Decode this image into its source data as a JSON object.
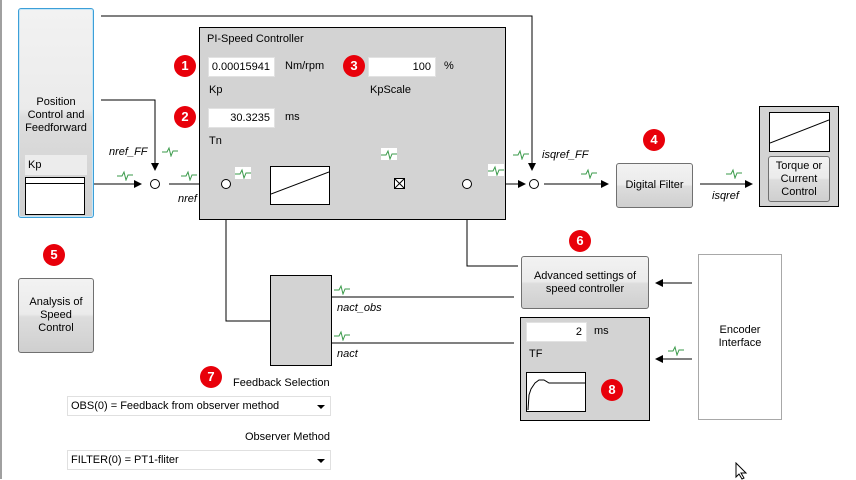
{
  "position_block": {
    "title": "Position Control and Feedforward",
    "kp_label": "Kp"
  },
  "pi_controller": {
    "title": "PI-Speed Controller",
    "kp": {
      "value": "0.00015941",
      "unit": "Nm/rpm",
      "label": "Kp"
    },
    "kpscale": {
      "value": "100",
      "unit": "%",
      "label": "KpScale"
    },
    "tn": {
      "value": "30.3235",
      "unit": "ms",
      "label": "Tn"
    }
  },
  "signals": {
    "nref_ff": "nref_FF",
    "nref": "nref",
    "isqref_ff": "isqref_FF",
    "isqref": "isqref",
    "nact_obs": "nact_obs",
    "nact": "nact"
  },
  "buttons": {
    "digital_filter": "Digital Filter",
    "torque_control": "Torque or Current Control",
    "analysis": "Analysis of Speed Control",
    "advanced_settings": "Advanced settings of speed controller"
  },
  "filter_block": {
    "tf_value": "2",
    "tf_unit": "ms",
    "tf_label": "TF"
  },
  "encoder": {
    "label": "Encoder Interface"
  },
  "feedback_selection": {
    "label": "Feedback Selection",
    "selected": "OBS(0) = Feedback from observer method"
  },
  "observer_method": {
    "label": "Observer Method",
    "selected": "FILTER(0) = PT1-fliter"
  },
  "badges": [
    "1",
    "2",
    "3",
    "4",
    "5",
    "6",
    "7",
    "8"
  ],
  "colors": {
    "badge": "#e8000a",
    "signal_icon": "#3a9a4a",
    "panel": "#d3d3d3",
    "selection_border": "#3c9fd8"
  }
}
